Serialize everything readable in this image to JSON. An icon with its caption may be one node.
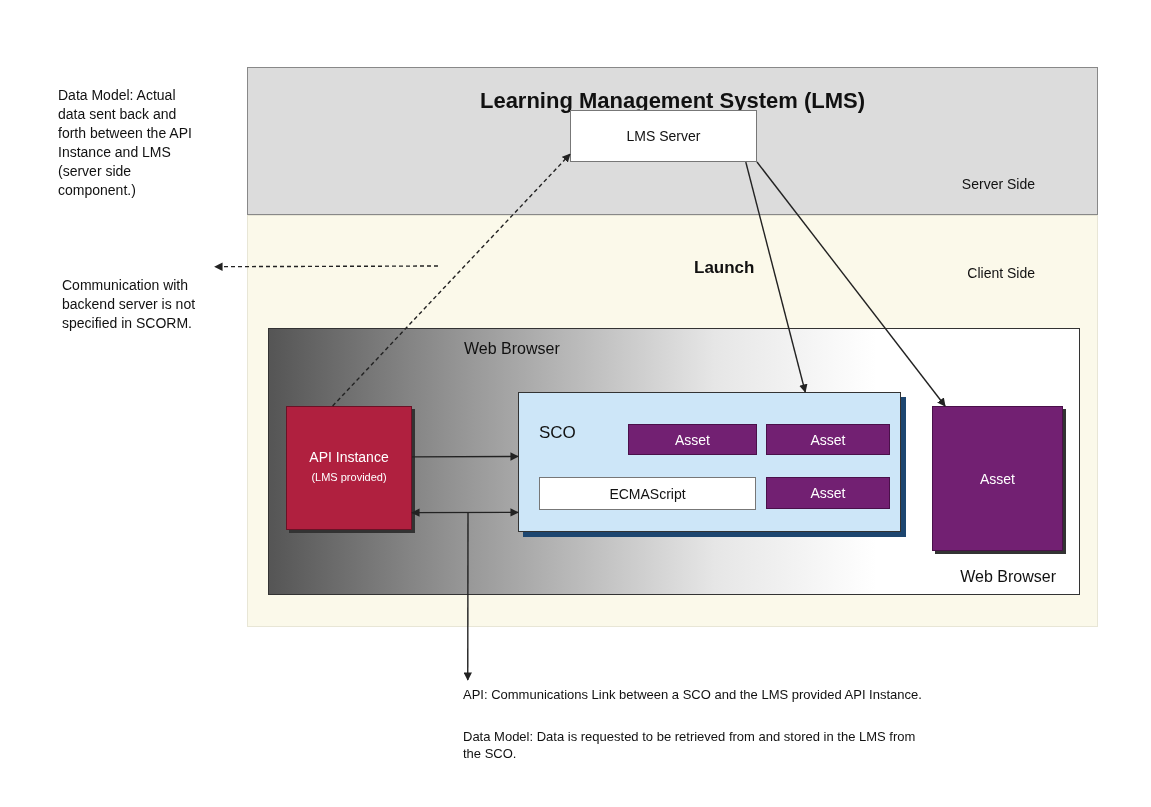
{
  "diagram": {
    "nodes": [
      {
        "text": [
          "Learning Management System (LMS)",
          "Server Side"
        ]
      },
      {
        "text": [
          "LMS Server"
        ],
        "in": 0
      },
      {
        "text": [
          "Client Side"
        ]
      },
      {
        "text": [
          "Web Browser",
          "Web Browser"
        ],
        "in": 2
      },
      {
        "text": [
          "API Instance",
          "(LMS provided)"
        ],
        "in": 3
      },
      {
        "text": [
          "SCO"
        ],
        "in": 3
      },
      {
        "text": [
          "Asset"
        ],
        "in": 5
      },
      {
        "text": [
          "Asset"
        ],
        "in": 5
      },
      {
        "text": [
          "ECMAScript"
        ],
        "in": 5
      },
      {
        "text": [
          "Asset"
        ],
        "in": 5
      },
      {
        "text": [
          "Asset"
        ],
        "in": 3
      },
      {
        "text": [
          "Data Model: Actual data sent back and forth between the API Instance and LMS (server side component.)",
          "Communication with backend server is not specified in SCORM."
        ]
      },
      {
        "text": [
          "API: Communications Link between a SCO and the LMS provided API Instance.",
          "Data Model: Data is requested to be retrieved from and stored in the LMS from the SCO."
        ]
      }
    ],
    "edges": [
      {
        "from": 4,
        "to": 1,
        "arrow": "to",
        "style": "dashed"
      },
      {
        "from": 1,
        "to": 5,
        "arrow": "to",
        "label": "Launch"
      },
      {
        "from": 1,
        "to": 10,
        "arrow": "to"
      },
      {
        "from": 4,
        "to": 5,
        "arrow": "to"
      },
      {
        "from": 4,
        "to": 5,
        "arrow": "both"
      },
      {
        "from": null,
        "to": 11,
        "arrow": "to",
        "style": "dashed"
      },
      {
        "from": null,
        "to": 12,
        "arrow": "to"
      }
    ]
  }
}
